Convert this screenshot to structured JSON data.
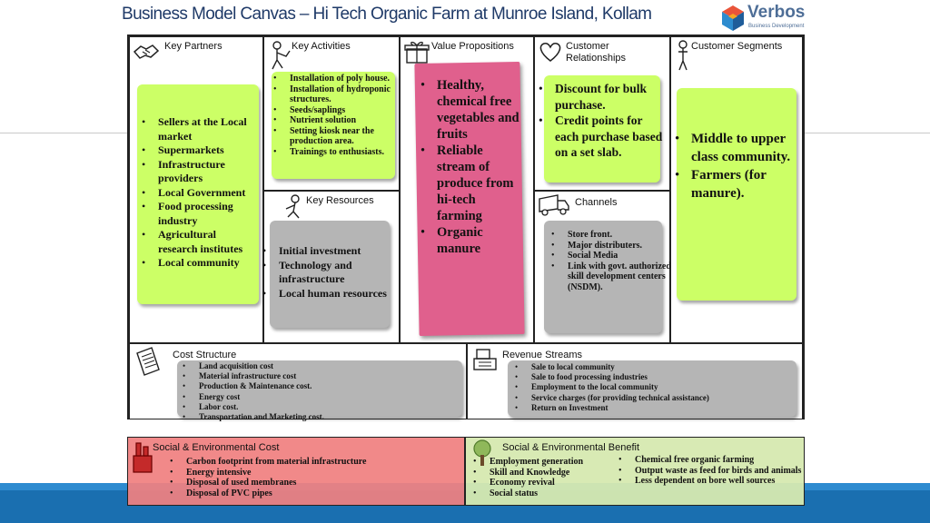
{
  "title": "Business Model Canvas – Hi Tech Organic Farm at Munroe Island, Kollam",
  "logo": {
    "name": "Verbos",
    "tagline": "Business Development"
  },
  "key_partners": {
    "heading": "Key Partners",
    "items": [
      "Sellers at the Local market",
      "Supermarkets",
      "Infrastructure providers",
      "Local Government",
      "Food processing industry",
      "Agricultural research institutes",
      "Local community"
    ]
  },
  "key_activities": {
    "heading": "Key Activities",
    "items": [
      "Installation of poly house.",
      "Installation of hydroponic structures.",
      "Seeds/saplings",
      "Nutrient solution",
      "Setting kiosk near the production area.",
      "Trainings to enthusiasts."
    ]
  },
  "key_resources": {
    "heading": "Key Resources",
    "items": [
      "Initial investment",
      "Technology and infrastructure",
      "Local human resources"
    ]
  },
  "value_propositions": {
    "heading": "Value Propositions",
    "items": [
      "Healthy, chemical free vegetables and fruits",
      "Reliable stream of produce from hi-tech farming",
      "Organic manure"
    ]
  },
  "customer_relationships": {
    "heading": "Customer Relationships",
    "items": [
      "Discount for bulk purchase.",
      "Credit points for each purchase based on a set slab."
    ]
  },
  "channels": {
    "heading": "Channels",
    "items": [
      "Store front.",
      "Major distributers.",
      "Social Media",
      "Link with govt. authorized skill development centers (NSDM)."
    ]
  },
  "customer_segments": {
    "heading": "Customer Segments",
    "items": [
      "Middle to upper class community.",
      "Farmers (for manure)."
    ]
  },
  "cost_structure": {
    "heading": "Cost Structure",
    "items": [
      "Land acquisition cost",
      "Material infrastructure cost",
      "Production & Maintenance cost.",
      "Energy cost",
      "Labor cost.",
      "Transportation and Marketing cost."
    ]
  },
  "revenue_streams": {
    "heading": "Revenue Streams",
    "items": [
      "Sale to local community",
      "Sale to food processing industries",
      "Employment to the local community",
      "Service charges (for providing technical assistance)",
      "Return on Investment"
    ]
  },
  "social_cost": {
    "heading": "Social & Environmental Cost",
    "items": [
      "Carbon footprint from material infrastructure",
      "Energy intensive",
      "Disposal of used membranes",
      "Disposal of PVC pipes"
    ]
  },
  "social_benefit": {
    "heading": "Social & Environmental Benefit",
    "left_items": [
      "Employment generation",
      "Skill and Knowledge",
      "Economy revival",
      "Social status"
    ],
    "right_items": [
      "Chemical free organic farming",
      "Output waste as feed for birds and animals",
      "Less dependent on bore well sources"
    ]
  },
  "colors": {
    "title": "#1f3a68",
    "sticky_green": "#ccff66",
    "sticky_gray": "#b5b5b5",
    "sticky_pink": "#e0608d",
    "cost_box": "#f08080",
    "benefit_box": "#d6e9b0",
    "band": "#1a6fb0"
  },
  "icons": [
    "handshake-icon",
    "worker-icon",
    "gift-icon",
    "heart-icon",
    "person-icon",
    "resource-worker-icon",
    "truck-icon",
    "price-tag-icon",
    "cash-register-icon",
    "factory-icon",
    "tree-icon"
  ]
}
